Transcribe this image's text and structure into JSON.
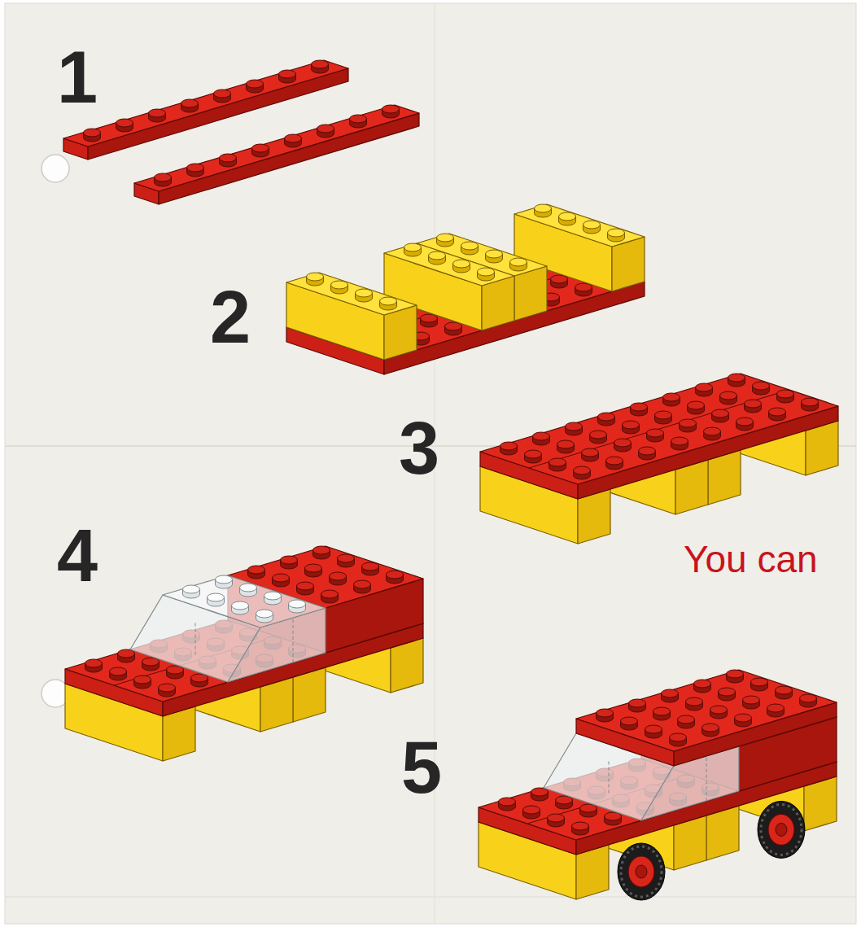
{
  "diagram": {
    "labels": [
      "1",
      "2",
      "3",
      "4",
      "5",
      "You can"
    ]
  }
}
